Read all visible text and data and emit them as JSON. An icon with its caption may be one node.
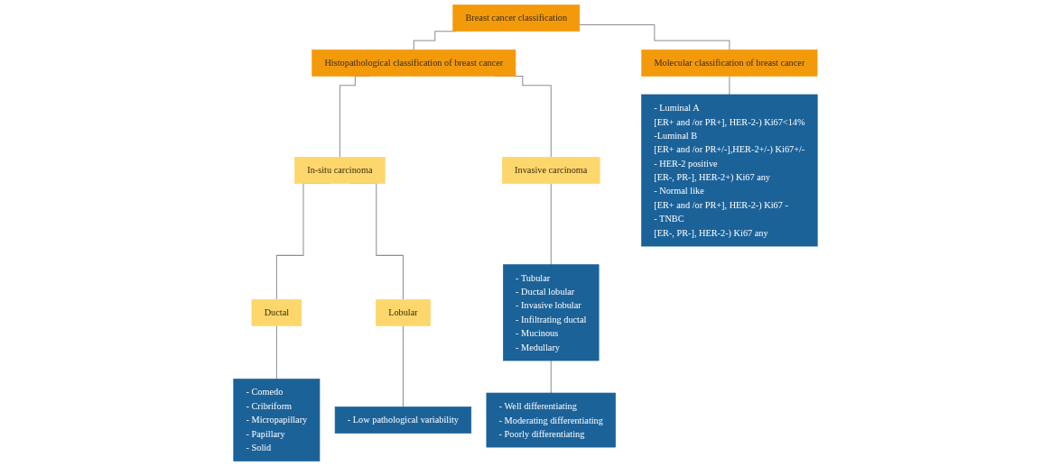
{
  "diagram": {
    "nodes": [
      {
        "text": [
          "Breast cancer classification"
        ]
      },
      {
        "text": [
          "Histopathological classification of breast cancer"
        ]
      },
      {
        "text": [
          "Molecular classification of breast cancer"
        ]
      },
      {
        "text": [
          "In-situ carcinoma"
        ]
      },
      {
        "text": [
          "Invasive carcinoma"
        ]
      },
      {
        "text": [
          "Ductal"
        ]
      },
      {
        "text": [
          "Lobular"
        ]
      },
      {
        "text": [
          "- Comedo",
          "- Cribriform",
          "- Micropapillary",
          "- Papillary",
          "- Solid"
        ]
      },
      {
        "text": [
          "- Low pathological variability"
        ]
      },
      {
        "text": [
          "- Tubular",
          "- Ductal lobular",
          "- Invasive lobular",
          "- Infiltrating ductal",
          "- Mucinous",
          "- Medullary"
        ]
      },
      {
        "text": [
          "- Well differentiating",
          "- Moderating differentiating",
          "- Poorly differentiating"
        ]
      },
      {
        "text": [
          "- Luminal A",
          "[ER+ and /or PR+], HER-2-) Ki67<14%",
          "-Luminal B",
          "[ER+ and /or PR+/-],HER-2+/-) Ki67+/-",
          "- HER-2 positive",
          "[ER-, PR-], HER-2+) Ki67 any",
          "- Normal like",
          "[ER+ and /or PR+], HER-2-) Ki67 -",
          "- TNBC",
          "[ER-, PR-], HER-2-) Ki67 any"
        ]
      }
    ],
    "edges": [
      {
        "from": 0,
        "to": 1,
        "arrow": "none"
      },
      {
        "from": 0,
        "to": 2,
        "arrow": "none"
      },
      {
        "from": 1,
        "to": 3,
        "arrow": "none"
      },
      {
        "from": 1,
        "to": 4,
        "arrow": "none"
      },
      {
        "from": 2,
        "to": 11,
        "arrow": "none"
      },
      {
        "from": 3,
        "to": 5,
        "arrow": "none"
      },
      {
        "from": 3,
        "to": 6,
        "arrow": "none"
      },
      {
        "from": 5,
        "to": 7,
        "arrow": "none"
      },
      {
        "from": 6,
        "to": 8,
        "arrow": "none"
      },
      {
        "from": 4,
        "to": 9,
        "arrow": "none"
      },
      {
        "from": 9,
        "to": 10,
        "arrow": "none"
      }
    ]
  }
}
